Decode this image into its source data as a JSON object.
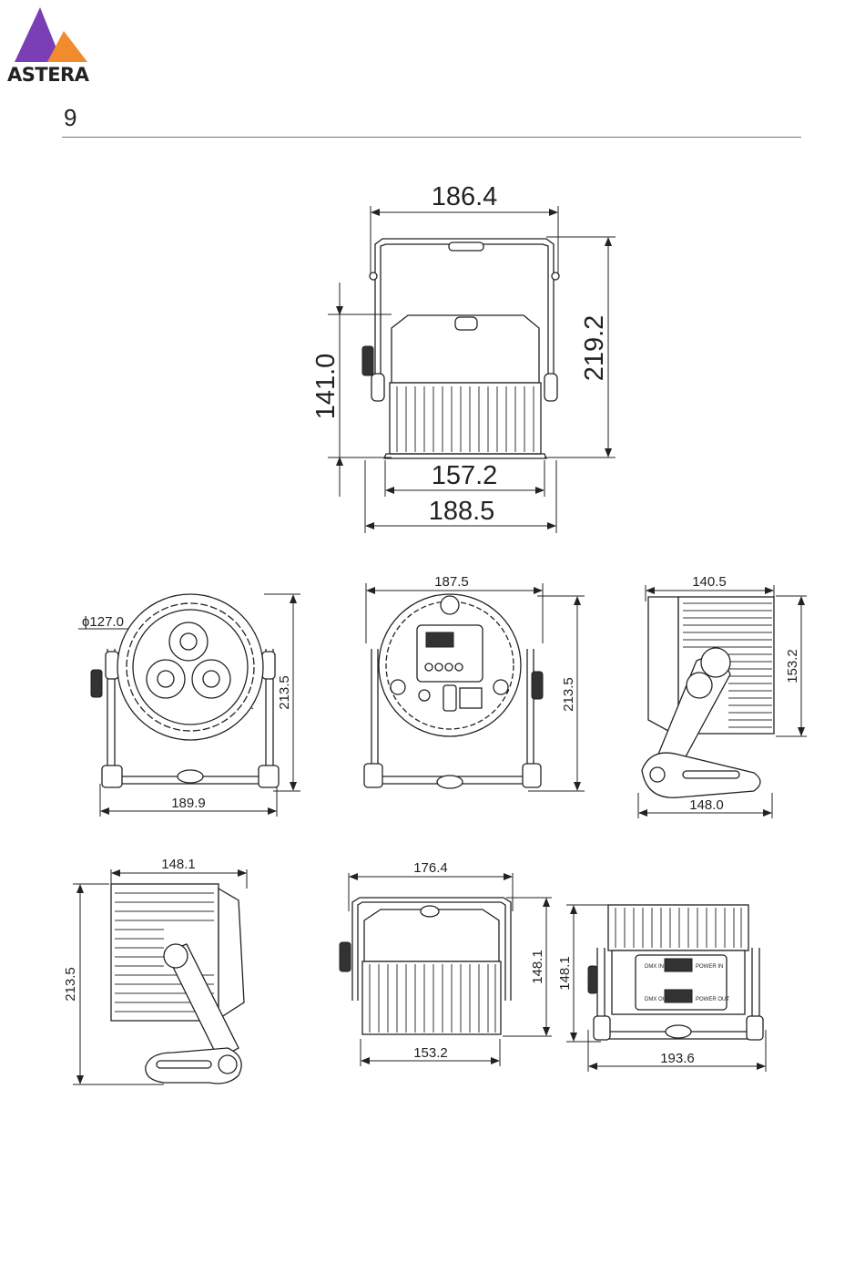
{
  "brand": {
    "name": "ASTERA",
    "colors": {
      "violet": "#7b3fb5",
      "orange": "#f28a2e",
      "text": "#222222"
    }
  },
  "page": {
    "number": "9"
  },
  "dimensions": {
    "top_view": {
      "width_top": "186.4",
      "height_right": "219.2",
      "height_left": "141.0",
      "width_body": "157.2",
      "width_overall": "188.5"
    },
    "front_view": {
      "diameter": "ϕ127.0",
      "height": "213.5",
      "width": "189.9"
    },
    "back_view": {
      "width": "187.5",
      "height": "213.5"
    },
    "side_view_right": {
      "top": "140.5",
      "height": "153.2",
      "bottom": "148.0"
    },
    "side_view_left": {
      "top": "148.1",
      "height": "213.5"
    },
    "top_view_2": {
      "top": "176.4",
      "height": "148.1",
      "bottom": "153.2"
    },
    "bottom_view": {
      "height": "148.1",
      "width": "193.6",
      "labels": [
        "DMX IN",
        "POWER IN",
        "DMX OUT",
        "POWER OUT"
      ]
    }
  }
}
